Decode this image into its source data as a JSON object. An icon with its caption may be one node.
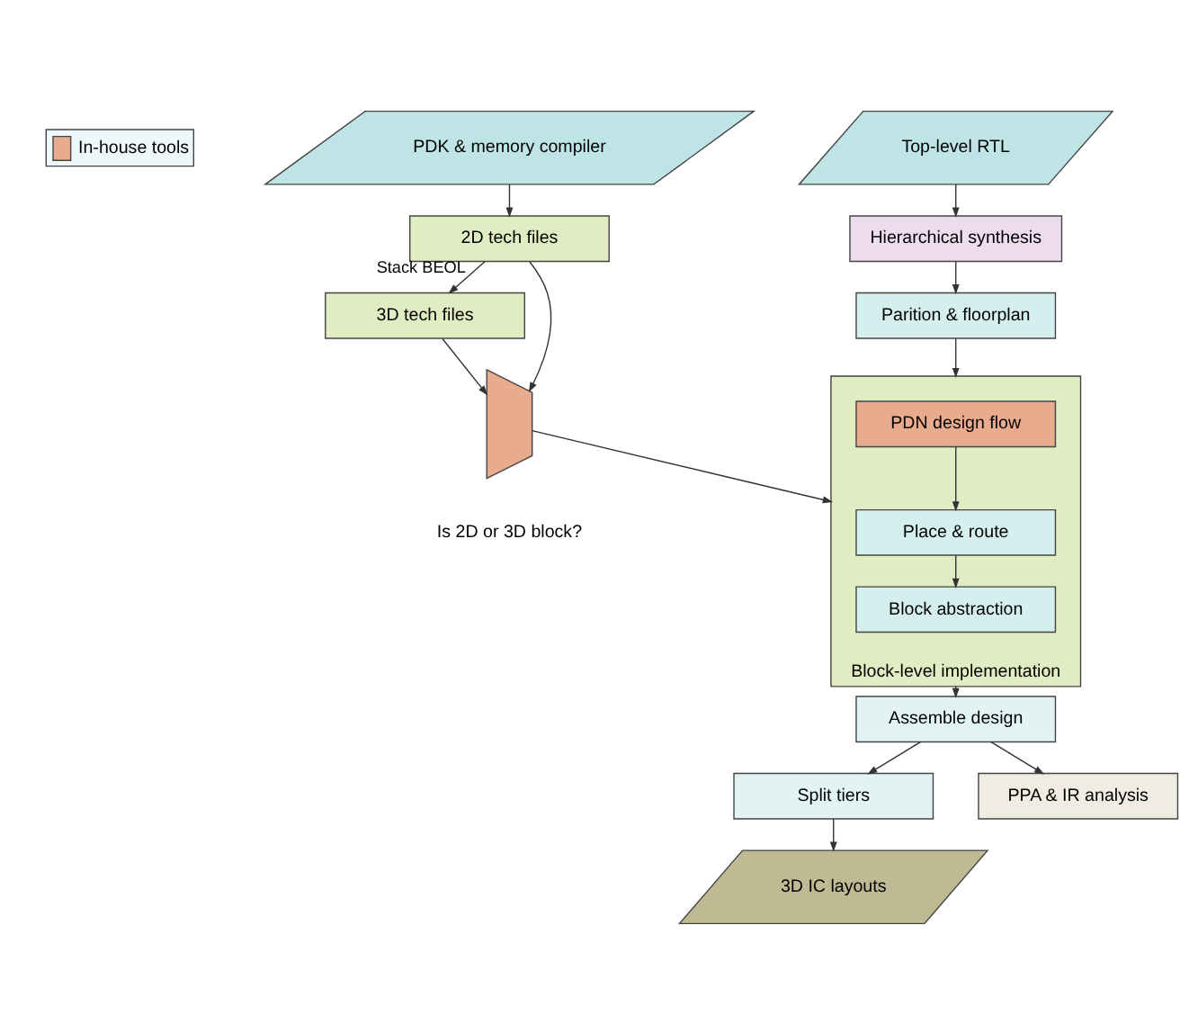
{
  "diagram": {
    "nodes": [
      {
        "text": [
          "PDK & memory compiler"
        ]
      },
      {
        "text": [
          "2D tech files"
        ]
      },
      {
        "text": [
          "3D tech files"
        ]
      },
      {
        "text": [
          "Top-level RTL"
        ]
      },
      {
        "text": [
          "Hierarchical synthesis"
        ]
      },
      {
        "text": [
          "Parition & floorplan"
        ]
      },
      {
        "text": [],
        "shape": "trapezoid",
        "beside": [
          "Is 2D or 3D block?"
        ]
      },
      {
        "text": [
          "Block-level implementation"
        ]
      },
      {
        "text": [
          "PDN design flow"
        ],
        "in": 7
      },
      {
        "text": [
          "Place & route"
        ],
        "in": 7
      },
      {
        "text": [
          "Block abstraction"
        ],
        "in": 7
      },
      {
        "text": [
          "Assemble design"
        ]
      },
      {
        "text": [
          "Split tiers"
        ]
      },
      {
        "text": [
          "3D IC layouts"
        ]
      },
      {
        "text": [
          "PPA & IR analysis"
        ]
      }
    ],
    "edges": [
      {
        "from": 0,
        "to": 1,
        "arrow": "to"
      },
      {
        "from": 1,
        "to": 2,
        "arrow": "to",
        "label": "Stack BEOL"
      },
      {
        "from": 2,
        "to": 6,
        "arrow": "to"
      },
      {
        "from": 1,
        "to": 6,
        "arrow": "to"
      },
      {
        "from": 3,
        "to": 4,
        "arrow": "to"
      },
      {
        "from": 4,
        "to": 5,
        "arrow": "to"
      },
      {
        "from": 5,
        "to": 7,
        "arrow": "to"
      },
      {
        "from": 6,
        "to": 7,
        "arrow": "to"
      },
      {
        "from": 8,
        "to": 9,
        "arrow": "to"
      },
      {
        "from": 9,
        "to": 10,
        "arrow": "to"
      },
      {
        "from": 7,
        "to": 11,
        "arrow": "to"
      },
      {
        "from": 11,
        "to": 12,
        "arrow": "to"
      },
      {
        "from": 12,
        "to": 13,
        "arrow": "to"
      },
      {
        "from": 11,
        "to": 14,
        "arrow": "to"
      }
    ],
    "legend": [
      {
        "text": "In-house tools",
        "color": "#e8ab8e"
      }
    ]
  }
}
